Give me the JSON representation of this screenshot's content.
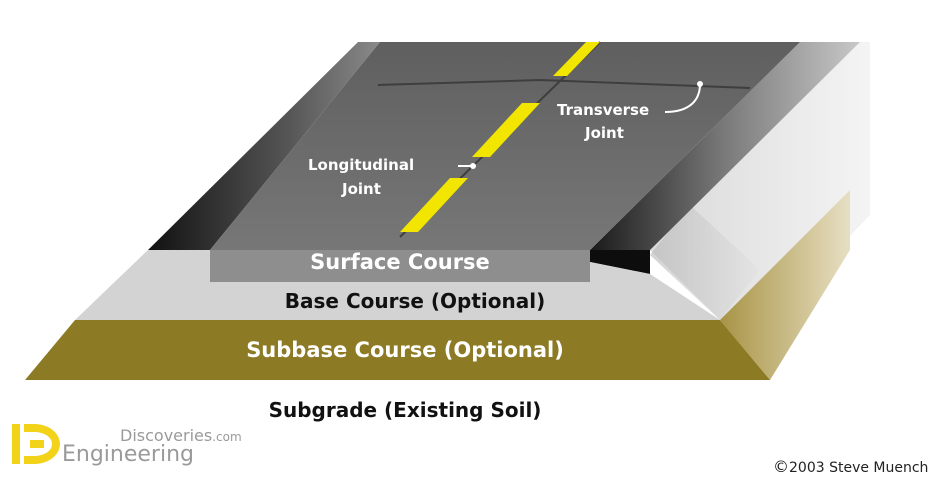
{
  "labels": {
    "transverse_joint": [
      "Transverse",
      "Joint"
    ],
    "longitudinal_joint": [
      "Longitudinal",
      "Joint"
    ],
    "surface_course": "Surface Course",
    "base_course": "Base Course (Optional)",
    "subbase_course": "Subbase Course (Optional)",
    "subgrade": "Subgrade (Existing Soil)"
  },
  "credit": {
    "symbol": "©",
    "text": "2003  Steve Muench"
  },
  "logo": {
    "line1": "Discoveries",
    "line1_suffix": ".com",
    "line2": "Engineering"
  },
  "colors": {
    "road_surface": "#6b6b6b",
    "center_line": "#f2e600",
    "surface_course": "#8e8e8e",
    "base_course": "#d3d3d3",
    "subbase_course": "#8d7a24",
    "shoulder": "#e6e6e6",
    "logo_yellow": "#f3d21a"
  }
}
